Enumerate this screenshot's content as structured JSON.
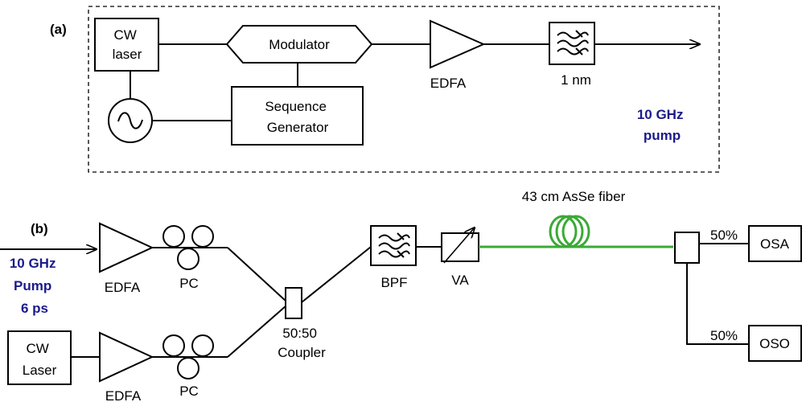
{
  "colors": {
    "accent": "#1a1a8c",
    "fiber": "#3aaa35",
    "line": "#000000"
  },
  "panel_a": {
    "label": "(a)",
    "cw_laser": [
      "CW",
      "laser"
    ],
    "modulator": "Modulator",
    "sequence_generator": [
      "Sequence",
      "Generator"
    ],
    "edfa": "EDFA",
    "filter": "1 nm",
    "output": [
      "10 GHz",
      "pump"
    ]
  },
  "panel_b": {
    "label": "(b)",
    "pump_input": [
      "10 GHz",
      "Pump",
      "6 ps"
    ],
    "edfa_top": "EDFA",
    "pc_top": "PC",
    "cw_laser": [
      "CW",
      "Laser"
    ],
    "edfa_bottom": "EDFA",
    "pc_bottom": "PC",
    "coupler": [
      "50:50",
      "Coupler"
    ],
    "bpf": "BPF",
    "va": "VA",
    "fiber": "43 cm AsSe fiber",
    "split_top": "50%",
    "split_bottom": "50%",
    "osa": "OSA",
    "oso": "OSO"
  }
}
